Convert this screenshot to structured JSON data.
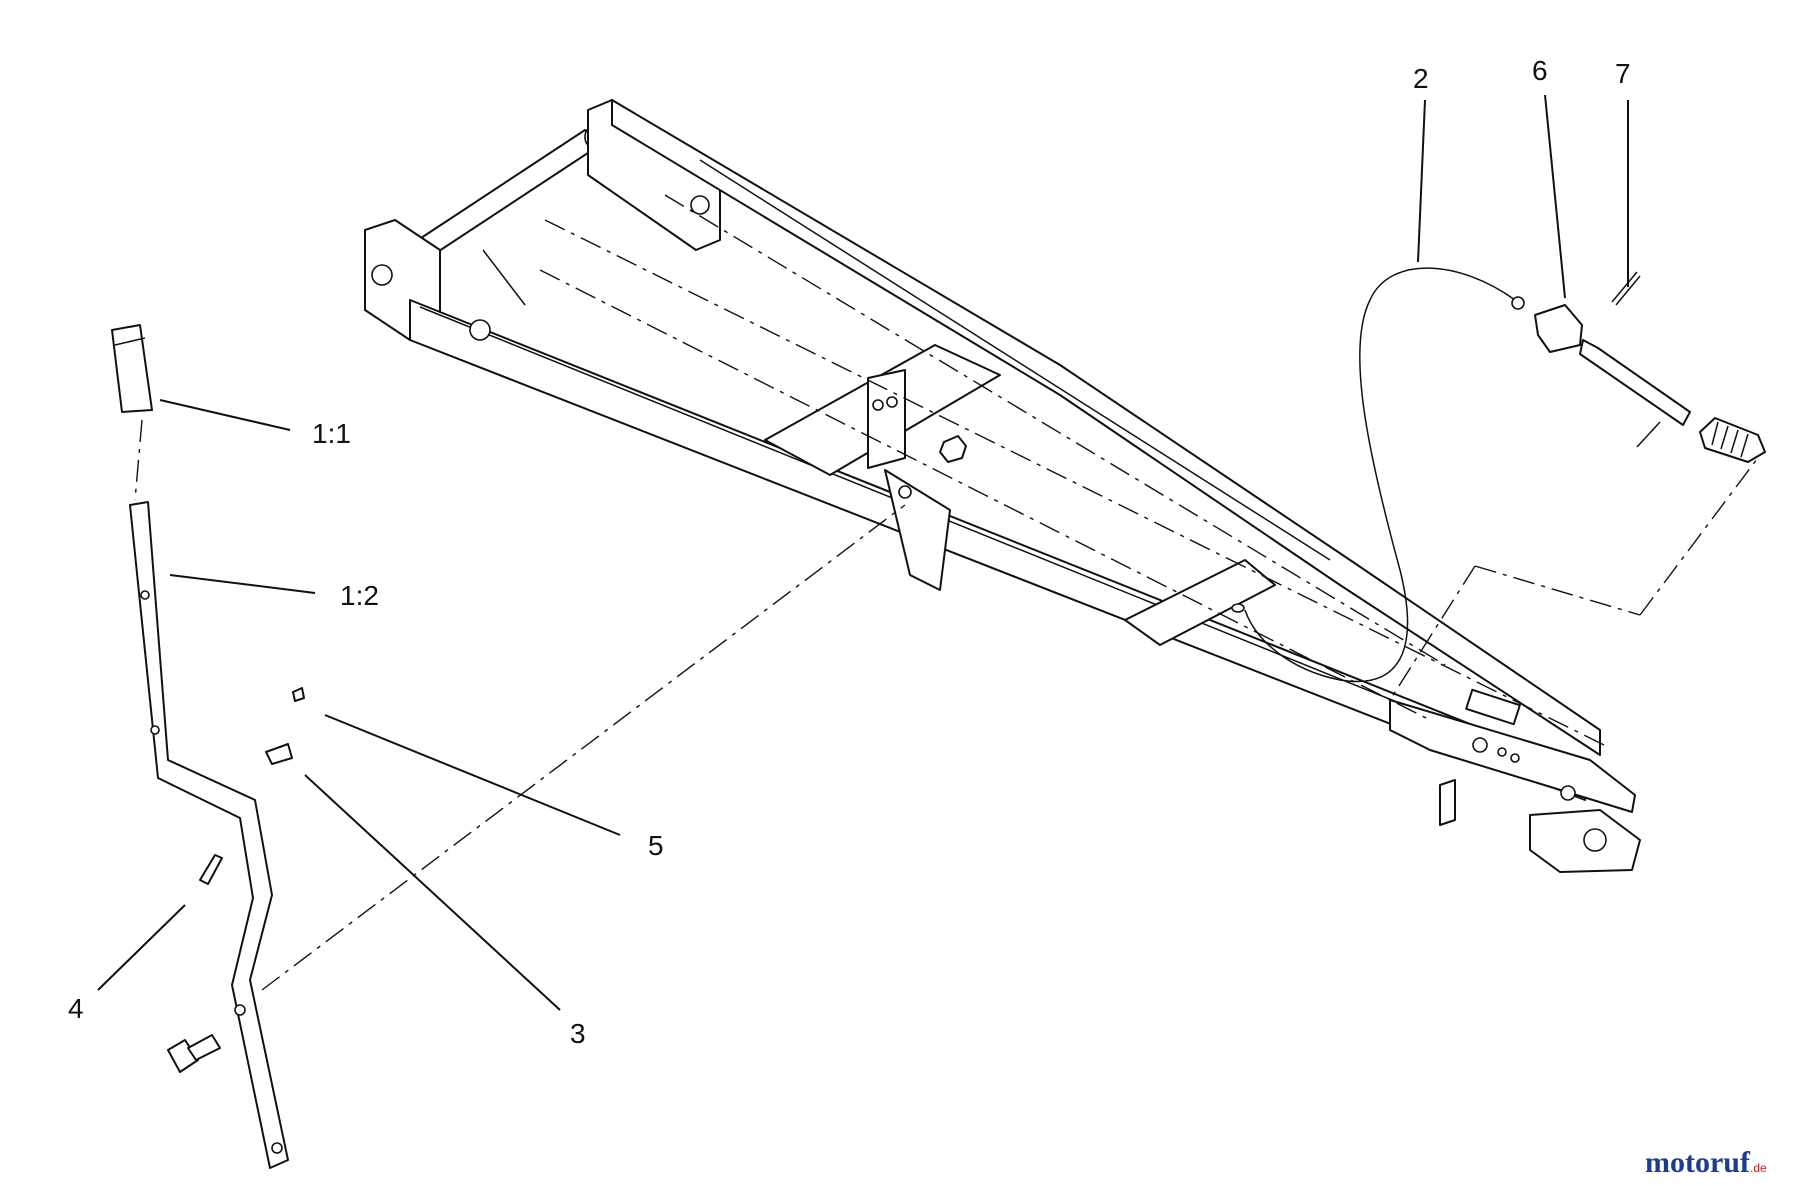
{
  "callouts": [
    {
      "id": "2",
      "text": "2"
    },
    {
      "id": "6",
      "text": "6"
    },
    {
      "id": "7",
      "text": "7"
    },
    {
      "id": "1-1",
      "text": "1:1"
    },
    {
      "id": "1-2",
      "text": "1:2"
    },
    {
      "id": "5",
      "text": "5"
    },
    {
      "id": "3",
      "text": "3"
    },
    {
      "id": "4",
      "text": "4"
    }
  ],
  "watermark": {
    "brand": "motoruf",
    "suffix": ".de",
    "brand_color": "#1f3c8c",
    "suffix_color": "#c81e1e"
  }
}
